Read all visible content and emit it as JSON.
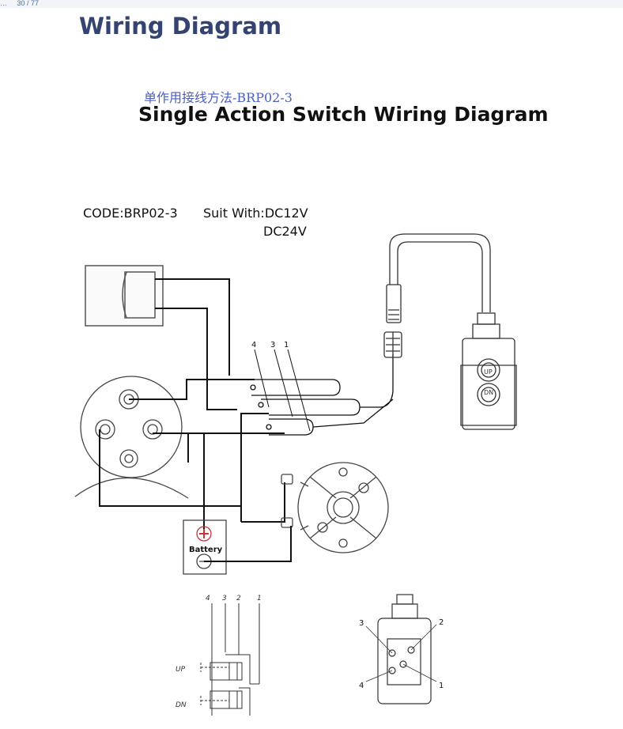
{
  "topbar": {
    "left_text": "…",
    "page_info": "30 / 77"
  },
  "page_title": "Wiring Diagram",
  "subtitle_cn": "单作用接线方法-BRP02-3",
  "subtitle_en": "Single Action Switch Wiring Diagram",
  "code_label": "CODE:BRP02-3",
  "suit_label": "Suit With:DC12V",
  "suit_label2": "DC24V",
  "wire_labels": [
    "4",
    "3",
    "1"
  ],
  "remote": {
    "up_label": "UP",
    "down_label": "DN"
  },
  "battery_label": "Battery",
  "schematic": {
    "terminal_numbers": [
      "4",
      "3",
      "2",
      "1"
    ],
    "up_label": "UP",
    "down_label": "DN"
  },
  "switch_box_terminals": [
    "3",
    "2",
    "4",
    "1"
  ]
}
